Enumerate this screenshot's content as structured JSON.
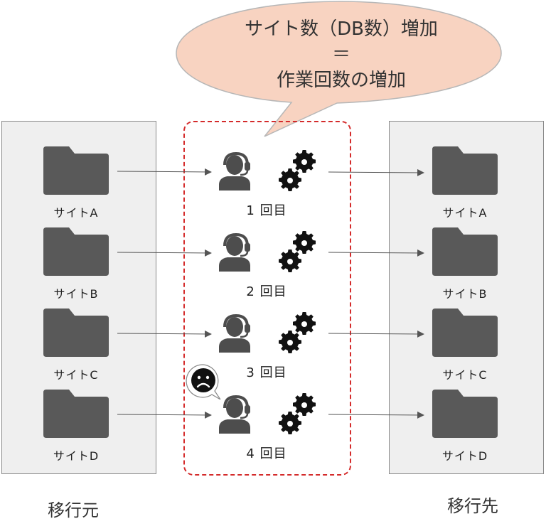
{
  "bubble": {
    "line1": "サイト数（DB数）増加",
    "line2": "＝",
    "line3": "作業回数の増加"
  },
  "source": {
    "caption": "移行元",
    "sites": [
      "サイトA",
      "サイトB",
      "サイトC",
      "サイトD"
    ]
  },
  "destination": {
    "caption": "移行先",
    "sites": [
      "サイトA",
      "サイトB",
      "サイトC",
      "サイトD"
    ]
  },
  "process": {
    "rounds": [
      "1 回目",
      "2 回目",
      "3 回目",
      "4 回目"
    ]
  },
  "colors": {
    "folder": "#595959",
    "panel_bg": "#efefef",
    "panel_border": "#8a8a8a",
    "dashed_border": "#d42b2b",
    "bubble_fill": "#f8d3c1",
    "bubble_stroke": "#b7b7b7",
    "arrow": "#555555",
    "icon": "#4d4d4d"
  },
  "icons": {
    "folder": "folder-icon",
    "operator": "operator-headset-icon",
    "gears": "gears-icon",
    "sad": "sad-face-icon"
  }
}
